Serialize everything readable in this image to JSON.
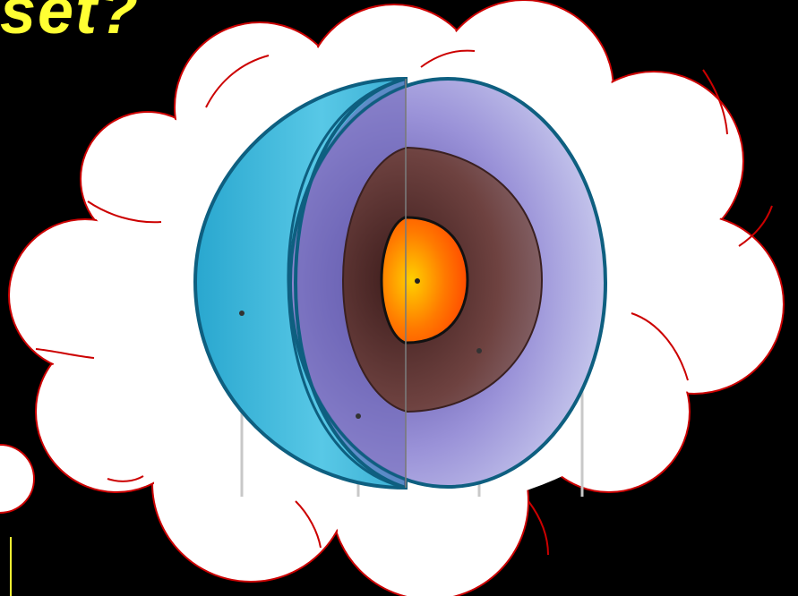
{
  "slide": {
    "title_fragment": "set?",
    "background_color": "#000000",
    "title_color": "#ffff33"
  },
  "thought_bubble": {
    "fill": "#ffffff",
    "outline_color": "#cc0000"
  },
  "planet_diagram": {
    "icon": "planet-cutaway-icon",
    "layers": [
      {
        "name": "outer-shell",
        "color": "#3fb6d6"
      },
      {
        "name": "mantle",
        "color": "#8f86cc"
      },
      {
        "name": "rocky-layer",
        "color": "#6b3b36"
      },
      {
        "name": "core",
        "color": "#ff6a00"
      }
    ]
  }
}
